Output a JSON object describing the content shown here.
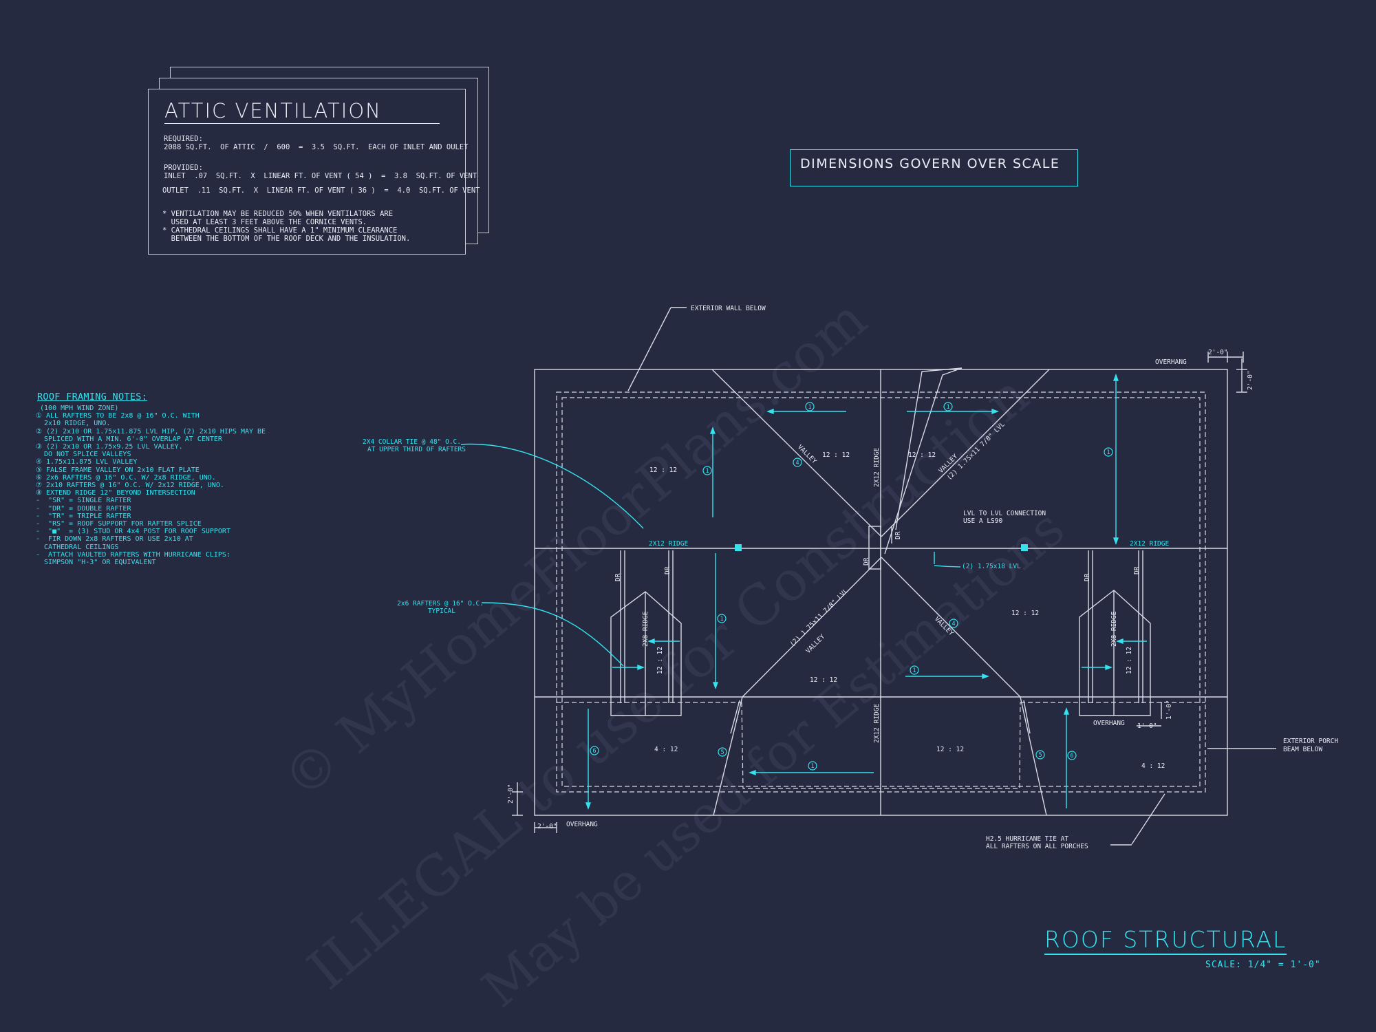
{
  "ventilation": {
    "title": "ATTIC VENTILATION",
    "required_label": "REQUIRED:",
    "required_calc": "2088 SQ.FT.  OF ATTIC  /  600  =  3.5  SQ.FT.  EACH OF INLET AND OULET",
    "provided_label": "PROVIDED:",
    "inlet_calc": "INLET  .07  SQ.FT.  X  LINEAR FT. OF VENT ( 54 )  =  3.8  SQ.FT. OF VENT",
    "outlet_calc": "OUTLET  .11  SQ.FT.  X  LINEAR FT. OF VENT ( 36 )  =  4.0  SQ.FT. OF VENT",
    "notes": [
      "* VENTILATION MAY BE REDUCED 50% WHEN VENTILATORS ARE",
      "  USED AT LEAST 3 FEET ABOVE THE CORNICE VENTS.",
      "* CATHEDRAL CEILINGS SHALL HAVE A 1\" MINIMUM CLEARANCE",
      "  BETWEEN THE BOTTOM OF THE ROOF DECK AND THE INSULATION."
    ]
  },
  "dimensions_note": "DIMENSIONS GOVERN OVER SCALE",
  "framing_notes": {
    "title": "ROOF FRAMING NOTES:",
    "lines": [
      " (100 MPH WIND ZONE)",
      "① ALL RAFTERS TO BE 2x8 @ 16\" O.C. WITH",
      "  2x10 RIDGE, UNO.",
      "② (2) 2x10 OR 1.75x11.875 LVL HIP, (2) 2x10 HIPS MAY BE",
      "  SPLICED WITH A MIN. 6'-0\" OVERLAP AT CENTER",
      "③ (2) 2x10 OR 1.75x9.25 LVL VALLEY.",
      "  DO NOT SPLICE VALLEYS",
      "④ 1.75x11.875 LVL VALLEY",
      "⑤ FALSE FRAME VALLEY ON 2x10 FLAT PLATE",
      "⑥ 2x6 RAFTERS @ 16\" O.C. W/ 2x8 RIDGE, UNO.",
      "⑦ 2x10 RAFTERS @ 16\" O.C. W/ 2x12 RIDGE, UNO.",
      "⑧ EXTEND RIDGE 12\" BEYOND INTERSECTION",
      "-  \"SR\" = SINGLE RAFTER",
      "-  \"DR\" = DOUBLE RAFTER",
      "-  \"TR\" = TRIPLE RAFTER",
      "-  \"RS\" = ROOF SUPPORT FOR RAFTER SPLICE",
      "-  \"■\"  = (3) STUD OR 4x4 POST FOR ROOF SUPPORT",
      "-  FIR DOWN 2x8 RAFTERS OR USE 2x10 AT",
      "  CATHEDRAL CEILINGS",
      "-  ATTACH VAULTED RAFTERS WITH HURRICANE CLIPS:",
      "  SIMPSON \"H-3\" OR EQUIVALENT"
    ]
  },
  "plan_labels": {
    "exterior_wall_below": "EXTERIOR WALL BELOW",
    "overhang": "OVERHANG",
    "dim_2_0": "2'-0\"",
    "dim_1_0": "1'-0\"",
    "collar_tie": "2X4 COLLAR TIE @ 48\" O.C.",
    "collar_tie_2": "AT UPPER THIRD OF RAFTERS",
    "rafters_2x6": "2x6 RAFTERS @ 16\" O.C.",
    "rafters_typical": "TYPICAL",
    "lvl_connection": "LVL TO LVL CONNECTION",
    "lvl_connection_2": "USE A LS90",
    "lvl_2_175x18": "(2) 1.75x18 LVL",
    "lvl_2_175x11": "(2) 1.75x11 7/8\" LVL",
    "ridge_2x12": "2X12 RIDGE",
    "ridge_2x8": "2X8 RIDGE",
    "valley": "VALLEY",
    "dr": "DR",
    "pitch_12": "12 : 12",
    "pitch_4": "4 : 12",
    "exterior_porch": "EXTERIOR PORCH",
    "beam_below": "BEAM BELOW",
    "hurricane_tie": "H2.5 HURRICANE TIE AT",
    "hurricane_tie_2": "ALL RAFTERS ON ALL PORCHES",
    "tag_1": "1",
    "tag_4": "4",
    "tag_5": "5",
    "tag_6": "6"
  },
  "title_block": {
    "title": "ROOF STRUCTURAL",
    "scale": "SCALE: 1/4\" = 1'-0\""
  },
  "watermark": {
    "line1": "© MyHomeFloorPlans.com",
    "line2": "ILLEGAL to use for Construction",
    "line3": "May be used for Estimations"
  },
  "colors": {
    "background": "#262a41",
    "linework": "#d8dbe4",
    "accent": "#35e3ee"
  }
}
